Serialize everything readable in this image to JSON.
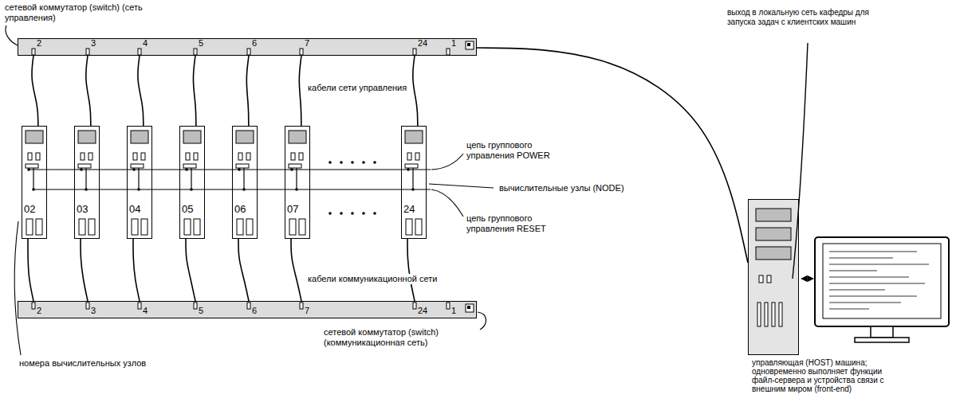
{
  "diagram": {
    "nodes": [
      {
        "text": [
          "сетевой коммутатор (switch) (сеть управления)"
        ]
      },
      {
        "text": [
          "02"
        ]
      },
      {
        "text": [
          "03"
        ]
      },
      {
        "text": [
          "04"
        ]
      },
      {
        "text": [
          "05"
        ]
      },
      {
        "text": [
          "06"
        ]
      },
      {
        "text": [
          "07"
        ]
      },
      {
        "text": [
          "24"
        ]
      },
      {
        "text": [
          "сетевой коммутатор (switch) (коммуникационная сеть)"
        ]
      },
      {
        "text": [
          "управляющая (HOST) машина; одновременно выполняет функции файл-сервера и устройства связи с внешним миром (front-end)"
        ]
      }
    ],
    "edges": [
      {
        "from": 0,
        "to": 1,
        "arrow": "none"
      },
      {
        "from": 0,
        "to": 2,
        "arrow": "none"
      },
      {
        "from": 0,
        "to": 3,
        "arrow": "none"
      },
      {
        "from": 0,
        "to": 4,
        "arrow": "none"
      },
      {
        "from": 0,
        "to": 5,
        "arrow": "none"
      },
      {
        "from": 0,
        "to": 6,
        "arrow": "none"
      },
      {
        "from": 0,
        "to": 7,
        "arrow": "none"
      },
      {
        "from": 8,
        "to": 1,
        "arrow": "none"
      },
      {
        "from": 8,
        "to": 2,
        "arrow": "none"
      },
      {
        "from": 8,
        "to": 3,
        "arrow": "none"
      },
      {
        "from": 8,
        "to": 4,
        "arrow": "none"
      },
      {
        "from": 8,
        "to": 5,
        "arrow": "none"
      },
      {
        "from": 8,
        "to": 6,
        "arrow": "none"
      },
      {
        "from": 8,
        "to": 7,
        "arrow": "none"
      },
      {
        "from": 0,
        "to": 9,
        "arrow": "none"
      }
    ],
    "labels": [
      "2",
      "3",
      "4",
      "5",
      "6",
      "7",
      "24",
      "1",
      "кабели сети управления",
      "цепь группового управления POWER",
      "вычислительные узлы (NODE)",
      "цепь группового управления RESET",
      "кабели коммуникационной сети",
      "2",
      "3",
      "4",
      "5",
      "6",
      "7",
      "24",
      "1",
      "номера вычислительных узлов",
      "выход в локальную сеть кафедры для запуска задач с клиентских машин"
    ]
  }
}
